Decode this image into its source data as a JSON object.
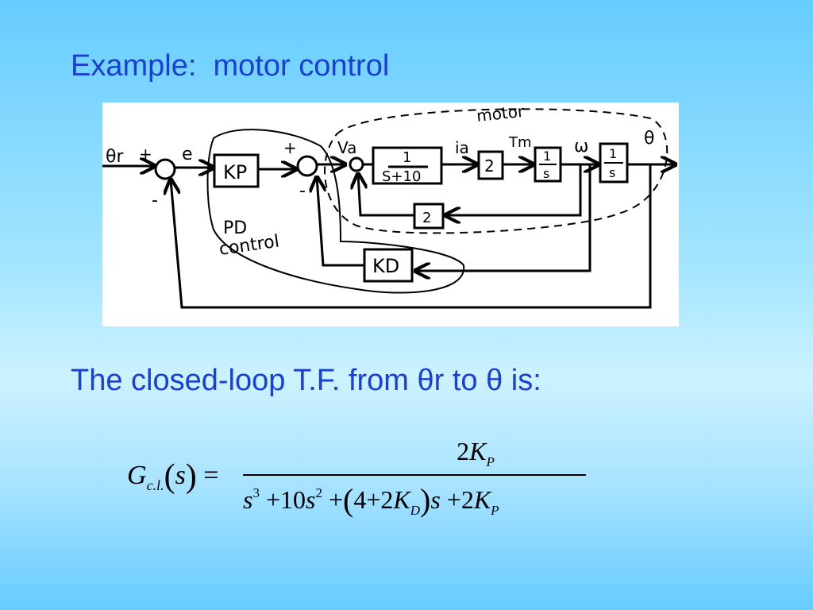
{
  "slide": {
    "title": "Example:  motor control",
    "body_text": "The closed-loop T.F. from θr to θ is:"
  },
  "diagram": {
    "labels": {
      "input": "θr",
      "plus_input": "+",
      "minus_input": "-",
      "error": "e",
      "kp": "KP",
      "plus_inner": "+",
      "minus_inner": "-",
      "va": "Va",
      "motor_tf_num": "1",
      "motor_tf_den": "S+10",
      "ia": "ia",
      "gain_torque": "2",
      "tm": "Tm",
      "int1_num": "1",
      "int1_den": "s",
      "omega": "ω",
      "int2_num": "1",
      "int2_den": "s",
      "theta": "θ",
      "back_emf_gain": "2",
      "kd": "KD",
      "motor_region": "motor",
      "pd_region_line1": "PD",
      "pd_region_line2": "control"
    }
  },
  "equation": {
    "lhs_G": "G",
    "lhs_sub": "c.l.",
    "lhs_s": "s",
    "equals": "=",
    "numerator_coeff": "2",
    "numerator_K": "K",
    "numerator_sub": "P",
    "denominator": {
      "s1": "s",
      "exp1": "3",
      "t2": "+10",
      "s2": "s",
      "exp2": "2",
      "t3": "+",
      "paren_open": "(",
      "t4": "4+2",
      "K1": "K",
      "sub1": "D",
      "paren_close": ")",
      "s3": "s",
      "t5": "+2",
      "K2": "K",
      "sub2": "P"
    }
  }
}
